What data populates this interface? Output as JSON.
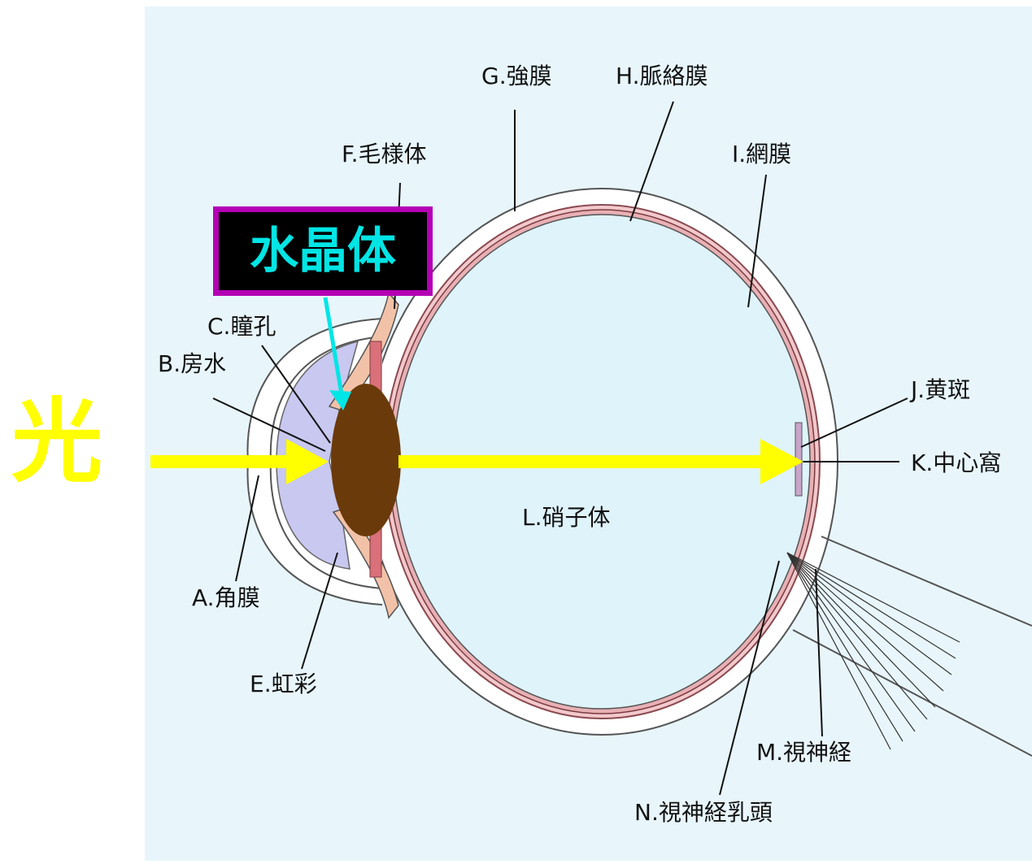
{
  "light_label": "光",
  "lens_callout": "水晶体",
  "labels": {
    "sclera": "G.強膜",
    "choroid": "H.脈絡膜",
    "ciliary_body": "F.毛様体",
    "retina": "I.網膜",
    "pupil": "C.瞳孔",
    "aqueous_humor": "B.房水",
    "macula": "J.黄斑",
    "fovea": "K.中心窩",
    "vitreous_body": "L.硝子体",
    "cornea": "A.角膜",
    "iris": "E.虹彩",
    "optic_nerve": "M.視神経",
    "optic_disc": "N.視神経乳頭"
  },
  "colors": {
    "panel_bg": "#e8f6fc",
    "vitreous": "#dff3fb",
    "sclera": "#ffffff",
    "choroid": "#d9808a",
    "anterior_chamber": "#c8c8f0",
    "lens": "#6b3a0a",
    "light_arrow": "#ffff00",
    "callout_border": "#b400b4",
    "callout_text": "#00e5e5",
    "callout_arrow": "#00e5e5"
  }
}
